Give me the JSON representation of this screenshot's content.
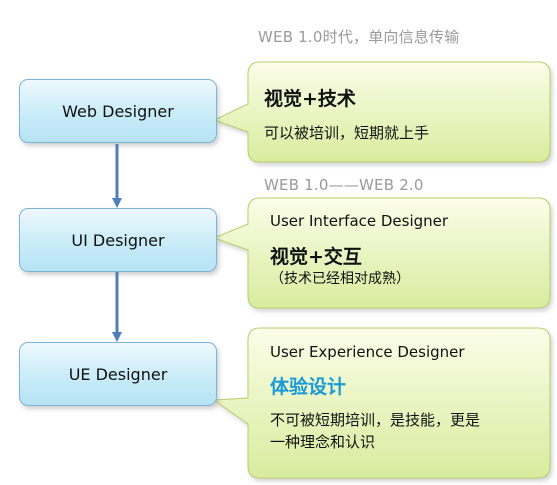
{
  "captions": {
    "era1": "WEB 1.0时代，单向信息传输",
    "era2": "WEB 1.0——WEB  2.0"
  },
  "roles": [
    {
      "label": "Web Designer"
    },
    {
      "label": "UI  Designer"
    },
    {
      "label": "UE  Designer"
    }
  ],
  "callouts": {
    "web": {
      "heading": "视觉+技术",
      "body": "可以被培训，短期就上手"
    },
    "ui": {
      "title": "User Interface Designer",
      "heading": "视觉+交互",
      "note": "（技术已经相对成熟）"
    },
    "ue": {
      "title": "User  Experience Designer",
      "heading": "体验设计",
      "body_line1": "不可被短期培训，是技能，更是",
      "body_line2": "一种理念和认识"
    }
  },
  "colors": {
    "role_border": "#7fb3d4",
    "role_fill_top": "#eef9fd",
    "role_fill_bottom": "#b6e3f4",
    "callout_fill_top": "#fbfde9",
    "callout_fill_bottom": "#d9ec9e",
    "callout_border": "#b7cf6c",
    "arrow": "#4f7fb8",
    "caption": "#9a9a9a",
    "accent": "#1a9ad6"
  }
}
